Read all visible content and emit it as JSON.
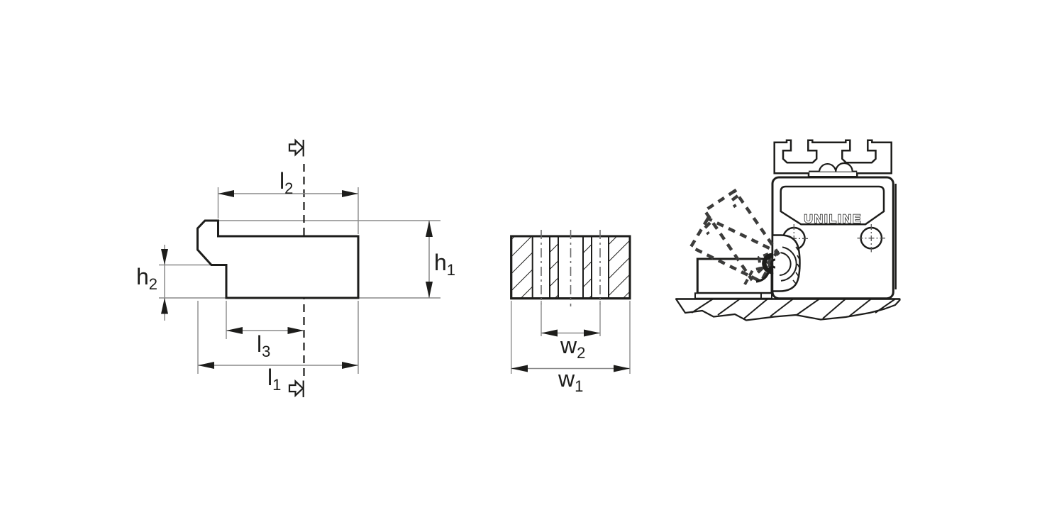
{
  "drawing": {
    "type": "technical-dimension-drawing",
    "background_color": "#ffffff",
    "outline_color": "#1d1d1b",
    "thin_line_color": "#8a8a8a",
    "dashed_trail_color": "#3c3c3b",
    "figures": [
      "profile-side-view",
      "profile-cross-section",
      "assembly-rotation-view"
    ]
  },
  "labels": {
    "l1": {
      "base": "l",
      "sub": "1"
    },
    "l2": {
      "base": "l",
      "sub": "2"
    },
    "l3": {
      "base": "l",
      "sub": "3"
    },
    "h1": {
      "base": "h",
      "sub": "1"
    },
    "h2": {
      "base": "h",
      "sub": "2"
    },
    "w1": {
      "base": "w",
      "sub": "1"
    },
    "w2": {
      "base": "w",
      "sub": "2"
    }
  },
  "assembly": {
    "brand": "UNILINE"
  }
}
